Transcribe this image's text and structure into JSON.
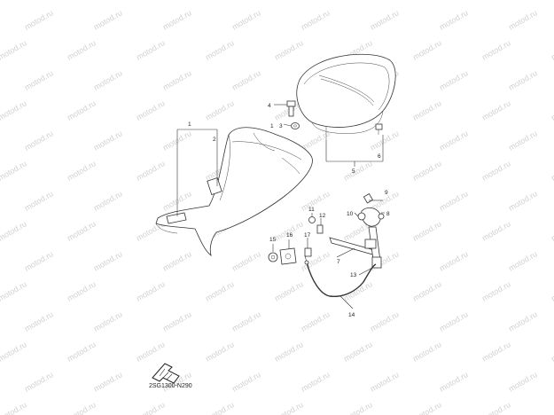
{
  "watermark": "motod.ru",
  "diagram_code": "2SG1300-N290",
  "callouts": [
    {
      "id": "c1",
      "text": "1"
    },
    {
      "id": "c2",
      "text": "2"
    },
    {
      "id": "c3",
      "text": "3"
    },
    {
      "id": "c3b",
      "text": "1"
    },
    {
      "id": "c4",
      "text": "4"
    },
    {
      "id": "c5",
      "text": "5"
    },
    {
      "id": "c6",
      "text": "6"
    },
    {
      "id": "c7",
      "text": "7"
    },
    {
      "id": "c8",
      "text": "8"
    },
    {
      "id": "c9",
      "text": "9"
    },
    {
      "id": "c10",
      "text": "10"
    },
    {
      "id": "c11",
      "text": "11"
    },
    {
      "id": "c12",
      "text": "12"
    },
    {
      "id": "c13",
      "text": "13"
    },
    {
      "id": "c14",
      "text": "14"
    },
    {
      "id": "c15",
      "text": "15"
    },
    {
      "id": "c16",
      "text": "16"
    },
    {
      "id": "c17",
      "text": "17"
    }
  ],
  "colors": {
    "line": "#333333",
    "watermark": "#d2d2d2",
    "background": "#ffffff"
  },
  "icons": {
    "front_arrow": "front-arrow-icon"
  }
}
